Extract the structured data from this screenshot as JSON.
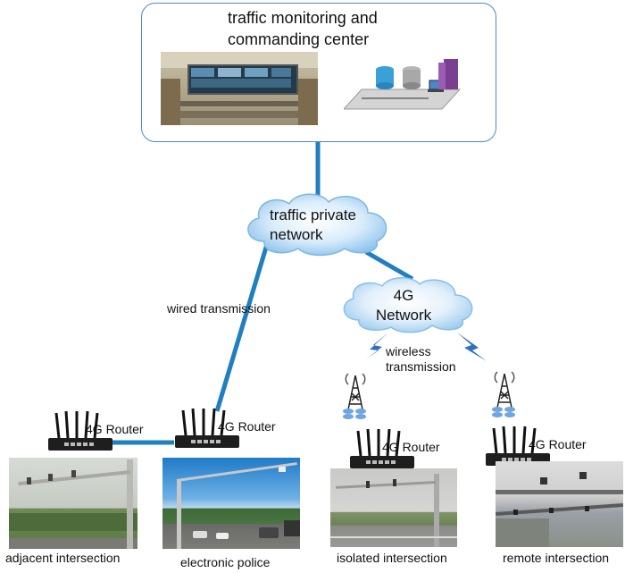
{
  "center": {
    "title_line1": "traffic monitoring and",
    "title_line2": "commanding center"
  },
  "clouds": {
    "private_line1": "traffic private",
    "private_line2": "network",
    "fourg_line1": "4G",
    "fourg_line2": "Network"
  },
  "links": {
    "wired": "wired transmission",
    "wireless_line1": "wireless",
    "wireless_line2": "transmission"
  },
  "routers": [
    {
      "label": "4G Router"
    },
    {
      "label": "4G Router"
    },
    {
      "label": "4G Router"
    },
    {
      "label": "4G Router"
    }
  ],
  "intersections": [
    {
      "label": "adjacent intersection"
    },
    {
      "label": "electronic police"
    },
    {
      "label": "isolated intersection"
    },
    {
      "label": "remote intersection"
    }
  ],
  "colors": {
    "link": "#1f7fc0",
    "cloud_light": "#eaf4fd",
    "cloud_mid": "#a9d2f2",
    "box_border": "#4a8bc4",
    "lightning": "#2f6fc0"
  }
}
